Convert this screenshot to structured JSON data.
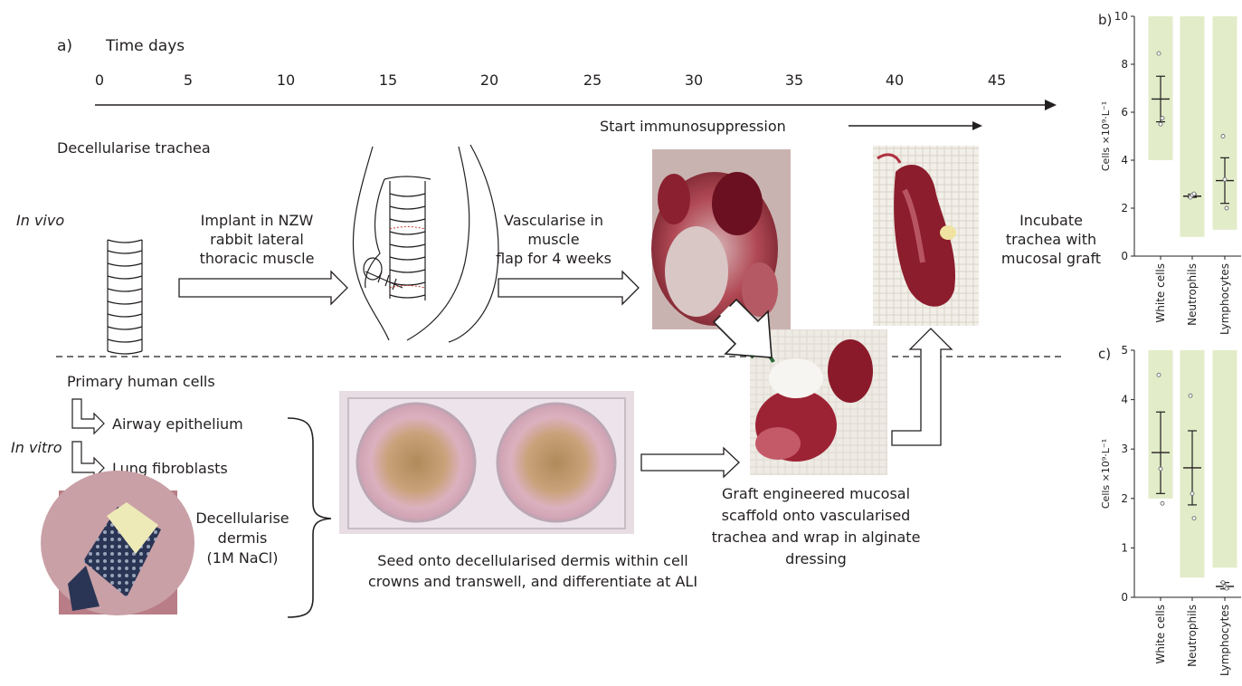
{
  "panel_a": {
    "label": "a)",
    "time_label": "Time days",
    "ticks": [
      "0",
      "5",
      "10",
      "15",
      "20",
      "25",
      "30",
      "35",
      "40",
      "45"
    ],
    "immunosuppression": "Start immunosuppression",
    "decellularise_trachea": "Decellularise trachea",
    "in_vivo": "In vivo",
    "in_vitro": "In vitro",
    "implant": [
      "Implant in NZW",
      "rabbit lateral",
      "thoracic muscle"
    ],
    "vascularise": [
      "Vascularise in",
      "muscle",
      "flap for 4 weeks"
    ],
    "incubate": [
      "Incubate",
      "trachea with",
      "mucosal graft"
    ],
    "primary_cells": "Primary human cells",
    "airway_epithelium": "Airway epithelium",
    "lung_fibroblasts": "Lung fibroblasts",
    "decellularise_dermis": [
      "Decellularise",
      "dermis",
      "(1M NaCl)"
    ],
    "seed": [
      "Seed onto decellularised dermis within cell",
      "crowns and transwell, and differentiate at ALI"
    ],
    "graft": [
      "Graft engineered mucosal",
      "scaffold onto vascularised",
      "trachea and wrap in alginate",
      "dressing"
    ]
  },
  "chart_data": [
    {
      "panel_label": "b)",
      "type": "scatter",
      "categories": [
        "White cells",
        "Neutrophils",
        "Lymphocytes"
      ],
      "ylabel": "Cells ×10⁹·L⁻¹",
      "ylim": [
        0,
        10
      ],
      "yticks": [
        "0",
        "2",
        "4",
        "6",
        "8",
        "10"
      ],
      "reference_ranges": [
        [
          4,
          10
        ],
        [
          0.8,
          10
        ],
        [
          1.1,
          10
        ]
      ],
      "means": [
        6.55,
        2.5,
        3.15
      ],
      "error": [
        [
          5.6,
          7.5
        ],
        [
          2.45,
          2.58
        ],
        [
          2.2,
          4.1
        ]
      ],
      "points": [
        [
          8.45,
          5.5,
          5.75
        ],
        [
          2.45,
          2.55,
          2.6
        ],
        [
          5.0,
          3.2,
          2.0
        ]
      ]
    },
    {
      "panel_label": "c)",
      "type": "scatter",
      "categories": [
        "White cells",
        "Neutrophils",
        "Lymphocytes"
      ],
      "ylabel": "Cells ×10⁹·L⁻¹",
      "ylim": [
        0,
        5
      ],
      "yticks": [
        "0",
        "1",
        "2",
        "3",
        "4",
        "5"
      ],
      "reference_ranges": [
        [
          2.0,
          5
        ],
        [
          0.4,
          5
        ],
        [
          0.6,
          5
        ]
      ],
      "means": [
        2.93,
        2.62,
        0.22
      ],
      "error": [
        [
          2.1,
          3.75
        ],
        [
          1.87,
          3.37
        ],
        [
          0.17,
          0.3
        ]
      ],
      "points": [
        [
          4.5,
          2.6,
          1.9
        ],
        [
          4.08,
          2.1,
          1.6
        ],
        [
          0.3,
          0.22,
          0.18
        ]
      ]
    }
  ],
  "colors": {
    "text": "#231f20",
    "reference_band": "#e2ecc8",
    "dashed_rule": "#444444",
    "trachea_outline": "#c0392b",
    "tissue": "#a11a2a",
    "well": "#d9a7b7"
  }
}
